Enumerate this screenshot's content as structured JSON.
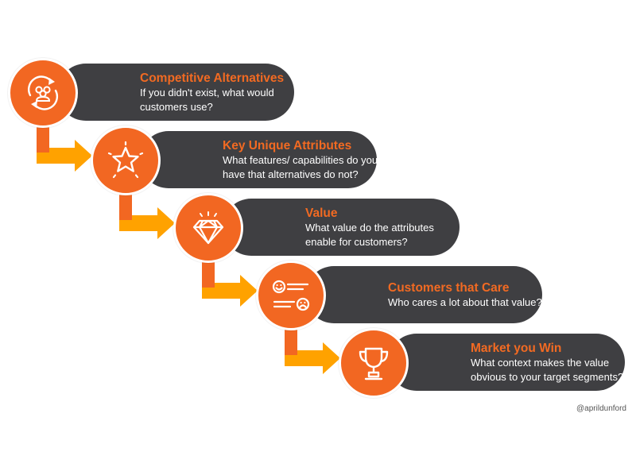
{
  "steps": [
    {
      "title": "Competitive Alternatives",
      "description": "If you didn't exist, what would customers use?",
      "icon": "customers-cycle-icon"
    },
    {
      "title": "Key Unique Attributes",
      "description": "What features/ capabilities do you have that alternatives do not?",
      "icon": "star-icon"
    },
    {
      "title": "Value",
      "description": "What value do the attributes enable for customers?",
      "icon": "diamond-icon"
    },
    {
      "title": "Customers that Care",
      "description": "Who cares a lot about that value?",
      "icon": "happy-sad-face-list-icon"
    },
    {
      "title": "Market you Win",
      "description": "What context makes the value obvious to your target segments?",
      "icon": "trophy-icon"
    }
  ],
  "credit": "@aprildunford",
  "colors": {
    "accent": "#f26722",
    "arrow": "#ffa200",
    "pill": "#3f3f42",
    "text": "#ffffff"
  }
}
